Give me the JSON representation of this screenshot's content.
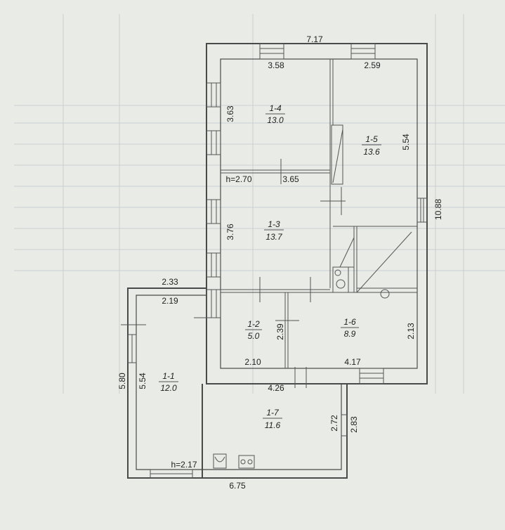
{
  "dimensions": {
    "top_total": "7.17",
    "r14_width": "3.58",
    "r15_width": "2.59",
    "r14_height": "3.63",
    "r15_height": "5.54",
    "right_total": "10.88",
    "ceiling_note": "h=2.70",
    "r13_width": "3.65",
    "r13_height": "3.76",
    "ext_outer_width": "2.33",
    "ext_inner_width": "2.19",
    "r12_height": "2.39",
    "r16_height": "2.13",
    "r12_width": "2.10",
    "r16_width": "4.17",
    "ext_outer_height": "5.80",
    "r11_height": "5.54",
    "r17_width": "4.26",
    "r17_outer_h": "2.83",
    "r17_inner_h": "2.72",
    "bottom_ceiling_note": "h=2.17",
    "bottom_total": "6.75"
  },
  "rooms": [
    {
      "id": "1-4",
      "area": "13.0"
    },
    {
      "id": "1-5",
      "area": "13.6"
    },
    {
      "id": "1-3",
      "area": "13.7"
    },
    {
      "id": "1-2",
      "area": "5.0"
    },
    {
      "id": "1-6",
      "area": "8.9"
    },
    {
      "id": "1-1",
      "area": "12.0"
    },
    {
      "id": "1-7",
      "area": "11.6"
    }
  ]
}
